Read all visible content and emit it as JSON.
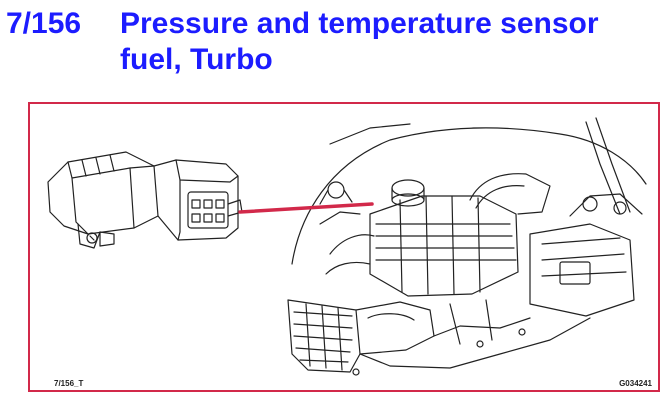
{
  "header": {
    "code": "7/156",
    "title_line1": "Pressure and temperature sensor",
    "title_line2": "fuel, Turbo"
  },
  "figure": {
    "ref_left": "7/156_T",
    "ref_right": "G034241",
    "border_color": "#d2294a",
    "pointer_color": "#d2294a"
  },
  "colors": {
    "heading": "#1c1cff"
  }
}
